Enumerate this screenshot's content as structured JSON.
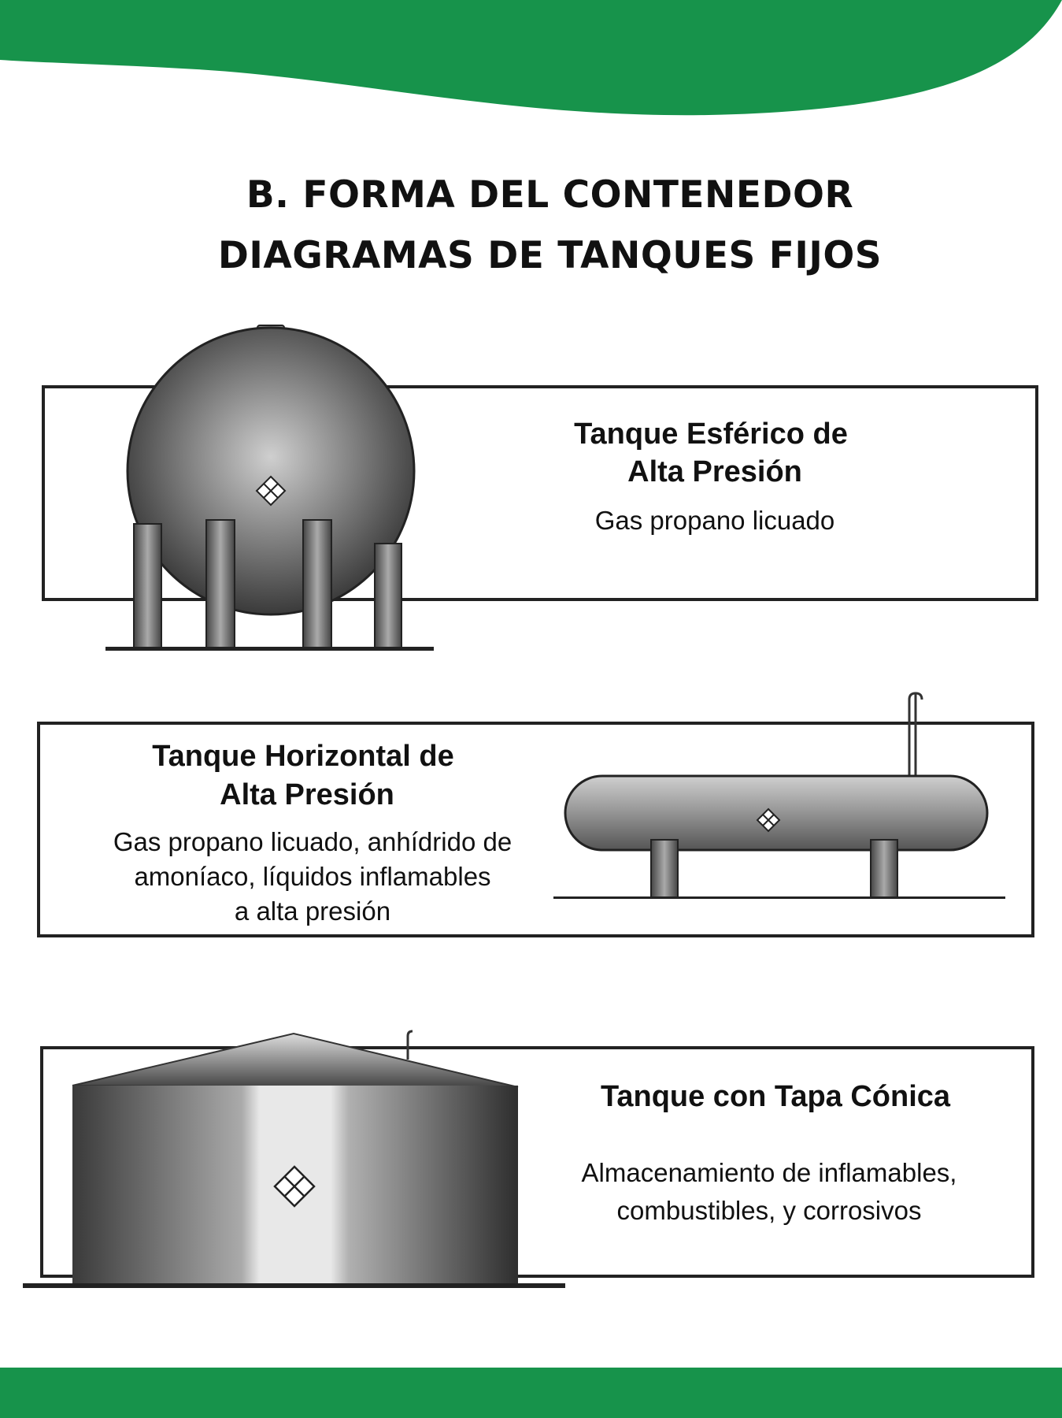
{
  "header": {
    "title_line1": "B. FORMA DEL CONTENEDOR",
    "title_line2": "DIAGRAMAS DE TANQUES FIJOS"
  },
  "colors": {
    "brand_green": "#17934b"
  },
  "tanks": [
    {
      "icon": "spherical-tank-icon",
      "title_line1": "Tanque Esférico de",
      "title_line2": "Alta Presión",
      "desc_lines": [
        "Gas propano licuado"
      ]
    },
    {
      "icon": "horizontal-tank-icon",
      "title_line1": "Tanque Horizontal de",
      "title_line2": "Alta Presión",
      "desc_lines": [
        "Gas propano licuado, anhídrido de",
        "amoníaco, líquidos inflamables",
        "a alta presión"
      ]
    },
    {
      "icon": "cone-roof-tank-icon",
      "title_line1": "Tanque con Tapa Cónica",
      "desc_lines": [
        "Almacenamiento de inflamables,",
        "combustibles, y corrosivos"
      ]
    }
  ]
}
